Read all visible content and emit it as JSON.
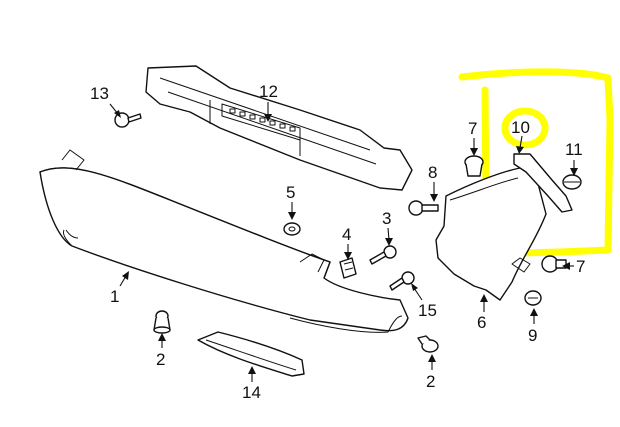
{
  "diagram": {
    "highlight_color": "#ffff00",
    "line_color": "#111111",
    "background": "#ffffff",
    "callouts": {
      "c1": "1",
      "c2a": "2",
      "c2b": "2",
      "c3": "3",
      "c4": "4",
      "c5": "5",
      "c6": "6",
      "c7a": "7",
      "c7b": "7",
      "c8": "8",
      "c9": "9",
      "c10": "10",
      "c11": "11",
      "c12": "12",
      "c13": "13",
      "c14": "14",
      "c15": "15"
    }
  }
}
